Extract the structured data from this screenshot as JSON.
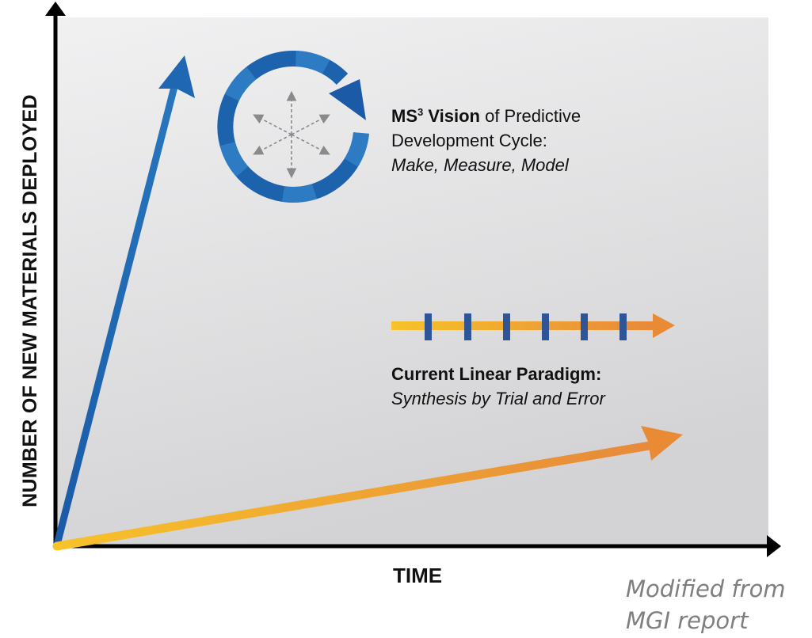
{
  "axes": {
    "y_label": "NUMBER OF NEW MATERIALS DEPLOYED",
    "x_label": "TIME"
  },
  "vision": {
    "title_bold": "MS",
    "title_bold_sup": "3",
    "title_bold_tail": " Vision",
    "title_rest": " of Predictive",
    "line2": "Development Cycle:",
    "line3": "Make, Measure, Model"
  },
  "linear": {
    "title": "Current Linear Paradigm:",
    "subtitle": "Synthesis by Trial and Error"
  },
  "note": {
    "text": "Modified from MGI report"
  },
  "colors": {
    "background_top": "#ececec",
    "background_bottom": "#d4d4d6",
    "blue": "#1f5fa8",
    "blue_light": "#2f86cf",
    "orange": "#e98b35",
    "yellow": "#f6be2c",
    "tick_blue": "#2f5597",
    "note_gray": "#7f7f7f"
  },
  "icons": {
    "cycle": "circular-arrow-icon",
    "star": "six-way-arrows-icon"
  }
}
